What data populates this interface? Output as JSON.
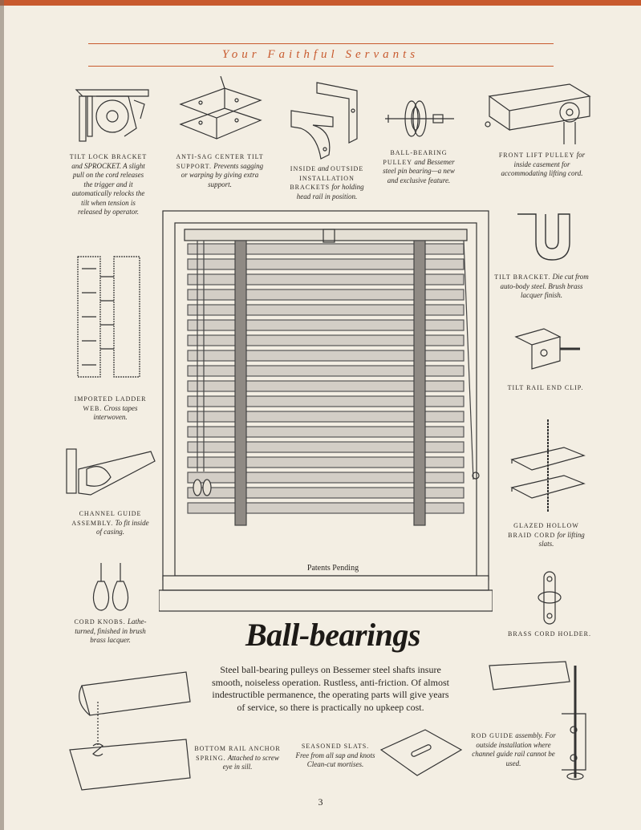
{
  "header": {
    "title": "Your Faithful Servants"
  },
  "captions": {
    "tilt_lock": {
      "label": "TILT LOCK BRACKET",
      "text": "and SPROCKET. A slight pull on the cord releases the trigger and it automatically relocks the tilt when tension is released by operator."
    },
    "anti_sag": {
      "label": "ANTI-SAG CENTER TILT SUPPORT.",
      "text": "Prevents sagging or warping by giving extra support."
    },
    "install": {
      "label": "INSIDE",
      "mid": "and",
      "label2": "OUTSIDE INSTALLATION BRACKETS",
      "text": "for holding head rail in position."
    },
    "pulley": {
      "label": "BALL-BEARING PULLEY",
      "mid": "and Bessemer",
      "text": "steel pin bearing—a new and exclusive feature."
    },
    "front_lift": {
      "label": "FRONT LIFT PULLEY",
      "text": "for inside casement for accommodating lifting cord."
    },
    "tilt_bracket": {
      "label": "TILT BRACKET.",
      "text": "Die cut from auto-body steel. Brush brass lacquer finish."
    },
    "end_clip": {
      "label": "TILT RAIL END CLIP."
    },
    "ladder": {
      "label": "IMPORTED LADDER WEB.",
      "text": "Cross tapes interwoven."
    },
    "channel": {
      "label": "CHANNEL GUIDE ASSEMBLY.",
      "text": "To fit inside of casing."
    },
    "braid": {
      "label": "GLAZED HOLLOW BRAID CORD",
      "text": "for lifting slats."
    },
    "knobs": {
      "label": "CORD KNOBS.",
      "text": "Lathe-turned, finished in brush brass lacquer."
    },
    "holder": {
      "label": "BRASS CORD HOLDER."
    },
    "spring": {
      "label": "BOTTOM RAIL ANCHOR SPRING.",
      "text": "Attached to screw eye in sill."
    },
    "slats": {
      "label": "SEASONED SLATS.",
      "text": "Free from all sap and knots Clean-cut mortises."
    },
    "rod_guide": {
      "label": "ROD GUIDE",
      "text": "assembly. For outside installation where channel guide rail cannot be used."
    }
  },
  "main": {
    "title": "Ball-bearings",
    "body": "Steel ball-bearing pulleys on Bessemer steel shafts insure smooth, noiseless operation. Rustless, anti-friction. Of almost indestructible permanence, the operating parts will give years of service, so there is practically no upkeep cost.",
    "patents": "Patents Pending"
  },
  "page_number": "3",
  "colors": {
    "accent": "#c85a2e",
    "paper": "#f3eee3",
    "ink": "#2a2622"
  }
}
